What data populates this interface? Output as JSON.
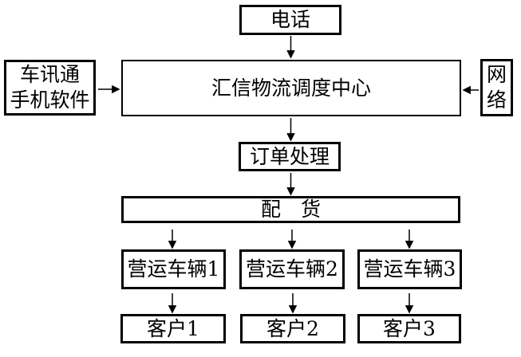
{
  "nodes": {
    "phone": {
      "label": "电话"
    },
    "mobile_app": {
      "line1": "车讯通",
      "line2": "手机软件"
    },
    "dispatch_center": {
      "label": "汇信物流调度中心"
    },
    "network": {
      "line1": "网",
      "line2": "络"
    },
    "order_processing": {
      "label": "订单处理"
    },
    "distribution": {
      "label": "配　货"
    },
    "vehicle1": {
      "label": "营运车辆1"
    },
    "vehicle2": {
      "label": "营运车辆2"
    },
    "vehicle3": {
      "label": "营运车辆3"
    },
    "customer1": {
      "label": "客户1"
    },
    "customer2": {
      "label": "客户2"
    },
    "customer3": {
      "label": "客户3"
    }
  },
  "edges": [
    {
      "from": "phone",
      "to": "dispatch_center"
    },
    {
      "from": "mobile_app",
      "to": "dispatch_center"
    },
    {
      "from": "network",
      "to": "dispatch_center"
    },
    {
      "from": "dispatch_center",
      "to": "order_processing"
    },
    {
      "from": "order_processing",
      "to": "distribution"
    },
    {
      "from": "distribution",
      "to": "vehicle1"
    },
    {
      "from": "distribution",
      "to": "vehicle2"
    },
    {
      "from": "distribution",
      "to": "vehicle3"
    },
    {
      "from": "vehicle1",
      "to": "customer1"
    },
    {
      "from": "vehicle2",
      "to": "customer2"
    },
    {
      "from": "vehicle3",
      "to": "customer3"
    }
  ],
  "colors": {
    "line": "#000000",
    "text": "#000000",
    "background": "#ffffff"
  }
}
